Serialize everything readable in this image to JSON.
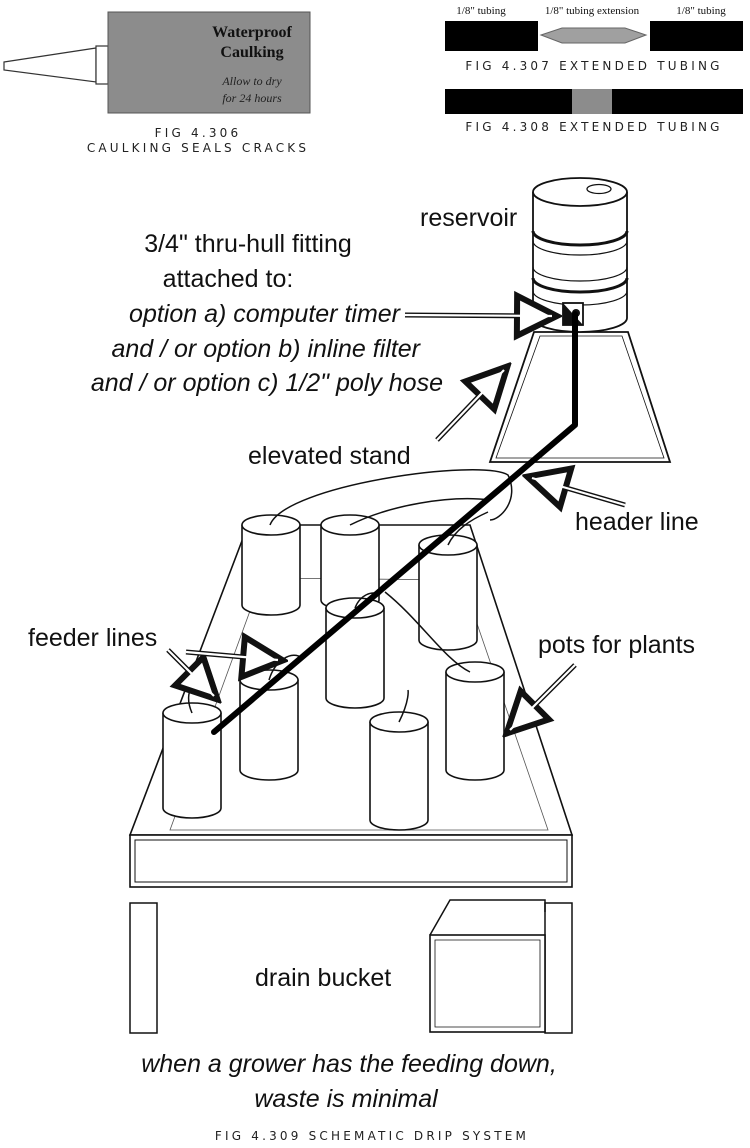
{
  "fig306": {
    "tube_title_line1": "Waterproof",
    "tube_title_line2": "Caulking",
    "tube_note_line1": "Allow to dry",
    "tube_note_line2": "for 24 hours",
    "caption_line1": "FIG 4.306",
    "caption_line2": "CAULKING SEALS CRACKS"
  },
  "fig307": {
    "label_left": "1/8\" tubing",
    "label_middle": "1/8\" tubing extension",
    "label_right": "1/8\" tubing",
    "caption": "FIG 4.307 EXTENDED TUBING"
  },
  "fig308": {
    "caption": "FIG 4.308 EXTENDED TUBING"
  },
  "fig309": {
    "reservoir": "reservoir",
    "fitting_line1": "3/4\" thru-hull fitting",
    "fitting_line2": "attached to:",
    "fitting_line3": "option a) computer timer",
    "fitting_line4": "and / or option b) inline filter",
    "fitting_line5": "and / or option c) 1/2\" poly hose",
    "elevated_stand": "elevated stand",
    "header_line": "header line",
    "feeder_lines": "feeder lines",
    "pots_for_plants": "pots for plants",
    "drain_bucket": "drain bucket",
    "tagline_line1": "when a grower has the feeding down,",
    "tagline_line2": "waste is minimal",
    "caption": "FIG 4.309 SCHEMATIC DRIP SYSTEM"
  },
  "colors": {
    "tube_gray": "#8c8c8c",
    "extension_gray": "#a0a0a0",
    "ink": "#111111"
  }
}
